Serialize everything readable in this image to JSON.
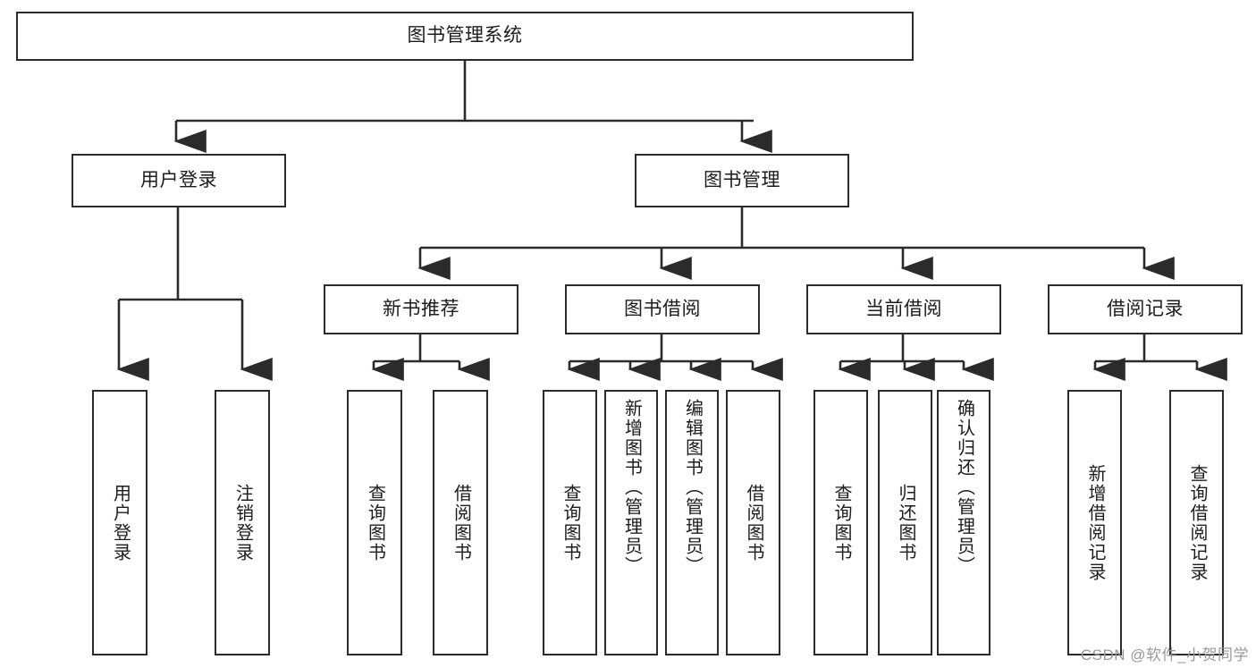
{
  "diagram": {
    "type": "tree",
    "title": "图书管理系统",
    "watermark": "CSDN @软件_小贺同学",
    "colors": {
      "box_border": "#2b2b2b",
      "box_fill": "#ffffff",
      "connector": "#2b2b2b",
      "text": "#1c1c1c",
      "watermark": "#9a9a9a",
      "background": "#ffffff"
    },
    "nodes": {
      "root": {
        "label": "图书管理系统"
      },
      "level2": [
        {
          "id": "user-login",
          "label": "用户登录"
        },
        {
          "id": "book-management",
          "label": "图书管理"
        }
      ],
      "level3": [
        {
          "id": "new-book-recommend",
          "label": "新书推荐"
        },
        {
          "id": "book-borrow",
          "label": "图书借阅"
        },
        {
          "id": "current-borrow",
          "label": "当前借阅"
        },
        {
          "id": "borrow-record",
          "label": "借阅记录"
        }
      ],
      "leaves": {
        "user_login": [
          {
            "id": "leaf-user-login",
            "label": "用户登录"
          },
          {
            "id": "leaf-logout-login",
            "label": "注销登录"
          }
        ],
        "new_book_recommend": [
          {
            "id": "leaf-query-book-1",
            "label": "查询图书"
          },
          {
            "id": "leaf-borrow-book-1",
            "label": "借阅图书"
          }
        ],
        "book_borrow": [
          {
            "id": "leaf-query-book-2",
            "label": "查询图书"
          },
          {
            "id": "leaf-add-book",
            "label": "新增图书（管理员）"
          },
          {
            "id": "leaf-edit-book",
            "label": "编辑图书（管理员）"
          },
          {
            "id": "leaf-borrow-book-2",
            "label": "借阅图书"
          }
        ],
        "current_borrow": [
          {
            "id": "leaf-query-book-3",
            "label": "查询图书"
          },
          {
            "id": "leaf-return-book",
            "label": "归还图书"
          },
          {
            "id": "leaf-confirm-return",
            "label": "确认归还（管理员）"
          }
        ],
        "borrow_record": [
          {
            "id": "leaf-add-record",
            "label": "新增借阅记录"
          },
          {
            "id": "leaf-query-record",
            "label": "查询借阅记录"
          }
        ]
      }
    }
  }
}
